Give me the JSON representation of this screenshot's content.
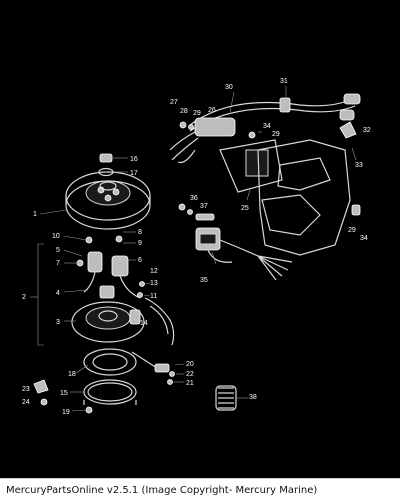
{
  "diagram": {
    "callouts": [
      "1",
      "2",
      "3",
      "4",
      "5",
      "6",
      "7",
      "8",
      "9",
      "10",
      "11",
      "12",
      "13",
      "14",
      "15",
      "16",
      "17",
      "18",
      "19",
      "20",
      "21",
      "22",
      "23",
      "24",
      "25",
      "26",
      "27",
      "28",
      "29",
      "29",
      "29",
      "30",
      "31",
      "32",
      "33",
      "34",
      "34",
      "35",
      "36",
      "37",
      "38"
    ]
  },
  "footer": {
    "text": "MercuryPartsOnline v2.5.1 (Image Copyright- Mercury Marine)"
  }
}
